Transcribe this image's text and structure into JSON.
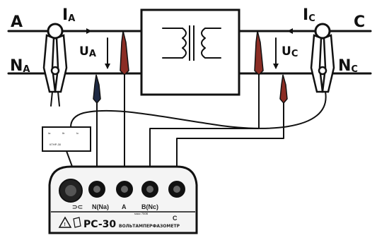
{
  "phase_left": {
    "line": "A",
    "current": "I",
    "current_sub": "A",
    "voltage": "U",
    "voltage_sub": "A",
    "neutral": "N",
    "neutral_sub": "A"
  },
  "phase_right": {
    "line": "C",
    "current": "I",
    "current_sub": "C",
    "voltage": "U",
    "voltage_sub": "C",
    "neutral": "N",
    "neutral_sub": "C"
  },
  "adapter": {
    "inputs": [
      "Ia",
      "Ib",
      "Ic"
    ],
    "model": "КТНР-30"
  },
  "device": {
    "model": "PC-30",
    "subtitle": "ВОЛЬТАМПЕРФАЗОМЕТР",
    "terminals": [
      "N(Na)",
      "A",
      "B(Nc)",
      "C"
    ],
    "rating": "макс 750В",
    "clamp_symbol": "⊃⊂"
  },
  "colors": {
    "probe_red": "#8b2d24",
    "probe_black": "#1f2a44",
    "wire": "#111111",
    "device_body": "#f4f4f4"
  }
}
